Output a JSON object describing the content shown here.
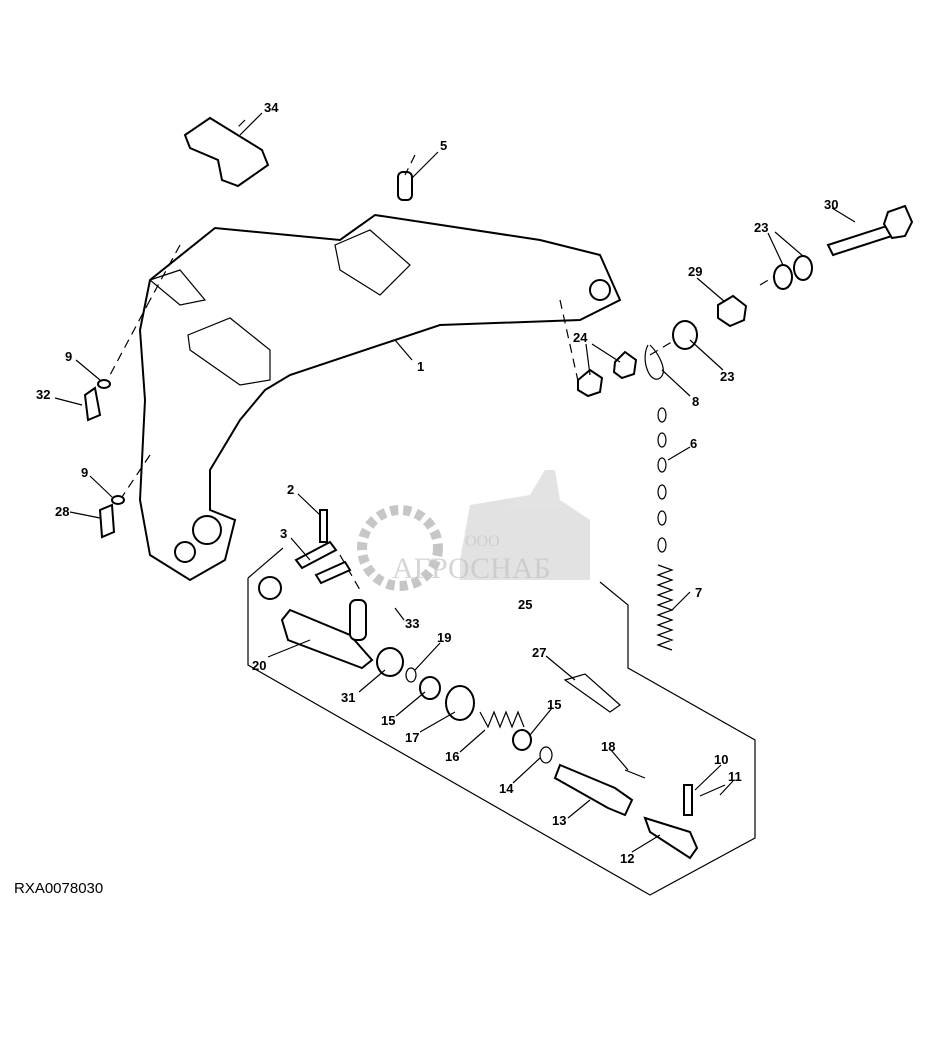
{
  "figure_id": "RXA0078030",
  "watermark": {
    "line1": "ООО",
    "line2": "АГРОСНАБ"
  },
  "callouts": [
    "34",
    "5",
    "30",
    "23",
    "29",
    "24",
    "1",
    "8",
    "23",
    "9",
    "32",
    "6",
    "9",
    "28",
    "2",
    "3",
    "7",
    "25",
    "33",
    "19",
    "20",
    "27",
    "31",
    "15",
    "15",
    "17",
    "16",
    "18",
    "10",
    "11",
    "14",
    "13",
    "12"
  ]
}
